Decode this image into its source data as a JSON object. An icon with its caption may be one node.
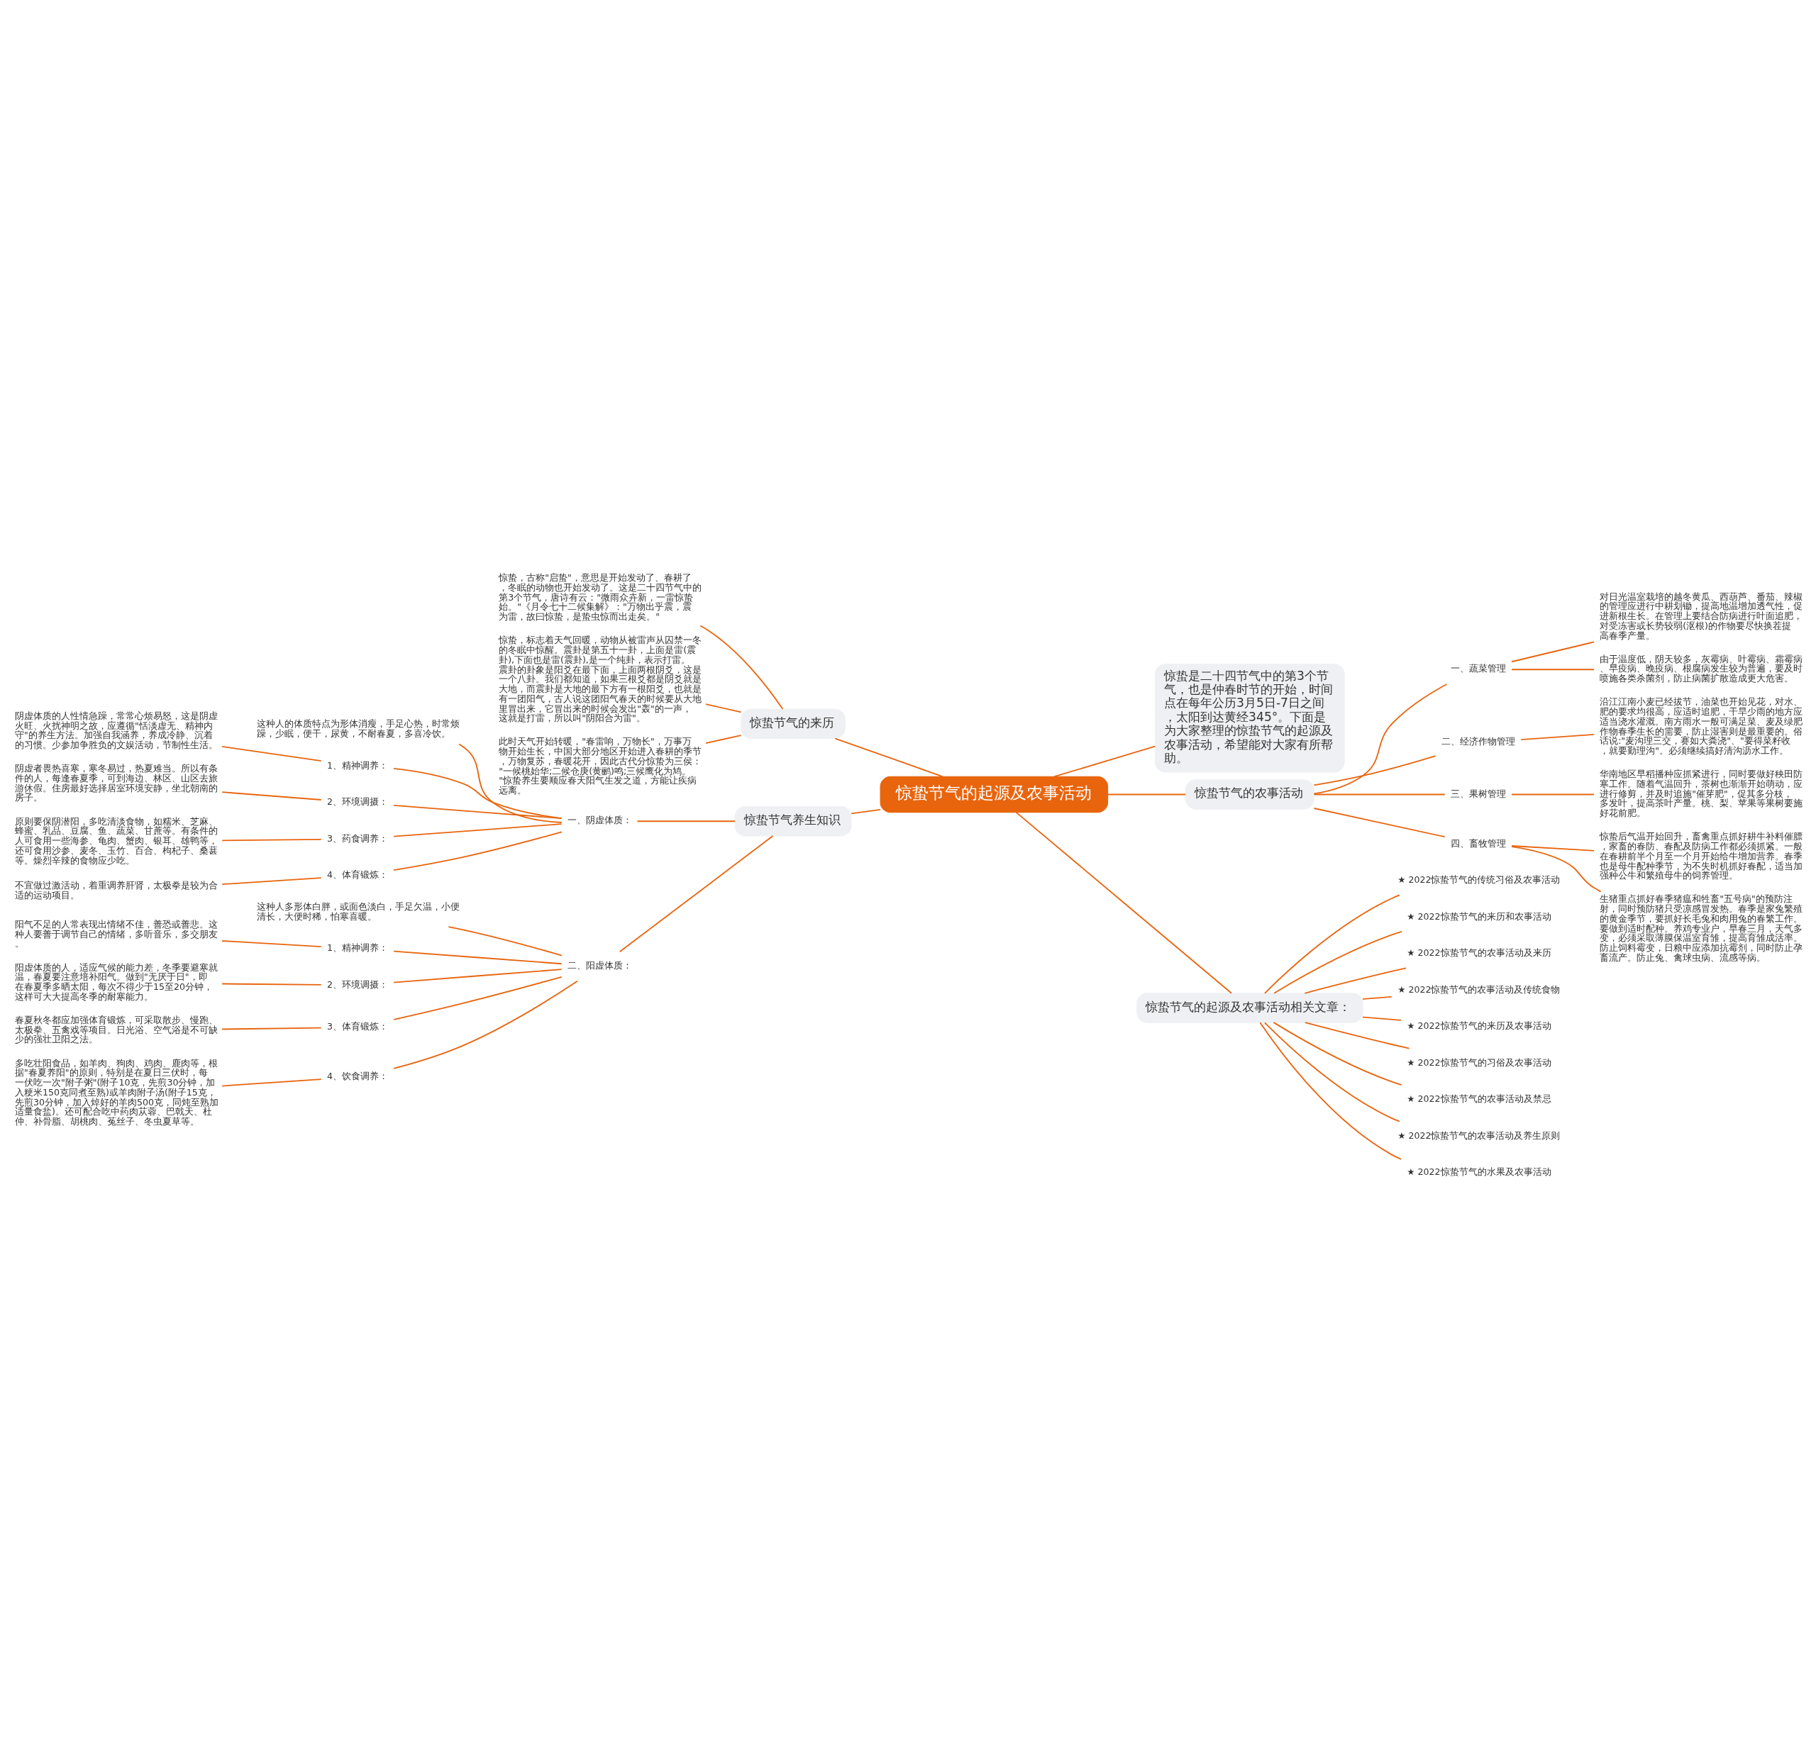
{
  "diagram": {
    "nodes": [
      {
        "text": [
          "惊蛰节气的起源及农事活动"
        ]
      },
      {
        "text": [
          "惊蛰是二十四节气中的第3个节气，也是仲春时节的开始，时间点在每年公历3月5日-7日之间，太阳到达黄经345°。下面是为大家整理的惊蛰节气的起源及农事活动，希望能对大家有所帮助。"
        ]
      },
      {
        "text": [
          "惊蛰节气的农事活动"
        ]
      },
      {
        "text": [
          "一、蔬菜管理"
        ]
      },
      {
        "text": [
          "对日光温室栽培的越冬黄瓜、西葫芦、番茄、辣椒的管理应进行中耕划锄，提高地温增加透气性，促进新根生长。在管理上要结合防病进行叶面追肥，对受冻害或长势较弱(沤根)的作物要尽快换茬提高春季产量。"
        ]
      },
      {
        "text": [
          "由于温度低，阴天较多，灰霉病、叶霉病、霜霉病、早疫病、晚疫病、根腐病发生较为普遍，要及时喷施各类杀菌剂，防止病菌扩散造成更大危害。"
        ]
      },
      {
        "text": [
          "二、经济作物管理"
        ]
      },
      {
        "text": [
          "沿江江南小麦已经拔节，油菜也开始见花，对水、肥的要求均很高，应适时追肥，干旱少雨的地方应适当浇水灌溉。南方雨水一般可满足菜、麦及绿肥作物春季生长的需要，防止湿害则是最重要的。俗话说:\"麦沟理三交，赛如大粪浇\"、\"要得菜籽收，就要勤理沟\"。必须继续搞好清沟沥水工作。"
        ]
      },
      {
        "text": [
          "三、果树管理"
        ]
      },
      {
        "text": [
          "华南地区早稻播种应抓紧进行，同时要做好秧田防寒工作。随着气温回升，茶树也渐渐开始萌动，应进行修剪，并及时追施\"催芽肥\"，促其多分枝，多发叶，提高茶叶产量。桃、梨、苹果等果树要施好花前肥。"
        ]
      },
      {
        "text": [
          "四、畜牧管理"
        ]
      },
      {
        "text": [
          "惊蛰后气温开始回升，畜禽重点抓好耕牛补料催膘，家畜的春防、春配及防病工作都必须抓紧。一般在春耕前半个月至一个月开始给牛增加营养。春季也是母牛配种季节，为不失时机抓好春配，适当加强种公牛和繁殖母牛的饲养管理。"
        ]
      },
      {
        "text": [
          "生猪重点抓好春季猪瘟和牲畜\"五号病\"的预防注射，同时预防猪只受凉感冒发热。春季是家兔繁殖的黄金季节，要抓好长毛兔和肉用兔的春繁工作。要做到适时配种。养鸡专业户，早春三月，天气多变，必须采取薄膜保温室育雏，提高育雏成活率。防止饲料霉变，日粮中应添加抗霉剂，同时防止孕畜流产。防止兔、禽球虫病、流感等病。"
        ]
      },
      {
        "text": [
          "惊蛰节气的起源及农事活动相关文章："
        ]
      },
      {
        "text": [
          "★ 2022惊蛰节气的传统习俗及农事活动"
        ]
      },
      {
        "text": [
          "★ 2022惊蛰节气的来历和农事活动"
        ]
      },
      {
        "text": [
          "★ 2022惊蛰节气的农事活动及来历"
        ]
      },
      {
        "text": [
          "★ 2022惊蛰节气的农事活动及传统食物"
        ]
      },
      {
        "text": [
          "★ 2022惊蛰节气的来历及农事活动"
        ]
      },
      {
        "text": [
          "★ 2022惊蛰节气的习俗及农事活动"
        ]
      },
      {
        "text": [
          "★ 2022惊蛰节气的农事活动及禁忌"
        ]
      },
      {
        "text": [
          "★ 2022惊蛰节气的农事活动及养生原则"
        ]
      },
      {
        "text": [
          "★ 2022惊蛰节气的水果及农事活动"
        ]
      },
      {
        "text": [
          "惊蛰节气的来历"
        ]
      },
      {
        "text": [
          "惊蛰，古称\"启蛰\"，意思是开始发动了、春耕了，冬眠的动物也开始发动了。这是二十四节气中的第3个节气，唐诗有云：\"微雨众卉新，一雷惊蛰始。\"《月令七十二候集解》：\"万物出乎震，震为雷，故曰惊蛰，是蛰虫惊而出走矣。\""
        ]
      },
      {
        "text": [
          "惊蛰，标志着天气回暖，动物从被雷声从囚禁一冬的冬眠中惊醒。震卦是第五十一卦，上面是雷(震卦),下面也是雷(震卦),是一个纯卦，表示打雷。震卦的卦象是阳爻在最下面，上面两根阴爻，这是一个八卦。我们都知道，如果三根爻都是阴爻就是大地，而震卦是大地的最下方有一根阳爻，也就是有一团阳气，古人说这团阳气春天的时候要从大地里冒出来，它冒出来的时候会发出\"轰\"的一声，这就是打雷，所以叫\"阴阳合为雷\"。"
        ]
      },
      {
        "text": [
          "此时天气开始转暖，\"春雷响，万物长\"，万事万物开始生长，中国大部分地区开始进入春耕的季节，万物复苏，春暖花开，因此古代分惊蛰为三侯：\"一候桃始华;二候仓庚(黄鹂)鸣;三候鹰化为鸠。\"惊蛰养生要顺应春天阳气生发之道，方能让疾病远离。"
        ]
      },
      {
        "text": [
          "惊蛰节气养生知识"
        ]
      },
      {
        "text": [
          "一、阴虚体质："
        ]
      },
      {
        "text": [
          "这种人的体质特点为形体消瘦，手足心热，时常烦躁，少眠，便干，尿黄，不耐春夏，多喜冷饮。"
        ]
      },
      {
        "text": [
          "1、精神调养："
        ]
      },
      {
        "text": [
          "阴虚体质的人性情急躁，常常心烦易怒，这是阴虚火旺、火扰神明之故，应遵循\"恬淡虚无、精神内守\"的养生方法。加强自我涵养，养成冷静、沉着的习惯。少参加争胜负的文娱活动，节制性生活。"
        ]
      },
      {
        "text": [
          "2、环境调摄："
        ]
      },
      {
        "text": [
          "阴虚者畏热喜寒，寒冬易过，热夏难当。所以有条件的人，每逢春夏季，可到海边、林区、山区去旅游休假。住房最好选择居室环境安静，坐北朝南的房子。"
        ]
      },
      {
        "text": [
          "3、药食调养："
        ]
      },
      {
        "text": [
          "原则要保阴潜阳，多吃清淡食物，如糯米、芝麻、蜂蜜、乳品、豆腐、鱼、蔬菜、甘蔗等。有条件的人可食用一些海参、龟肉、蟹肉、银耳、雄鸭等，还可食用沙参、麦冬、玉竹、百合、枸杞子、桑葚等。燥烈辛辣的食物应少吃。"
        ]
      },
      {
        "text": [
          "4、体育锻炼："
        ]
      },
      {
        "text": [
          "不宜做过激活动，着重调养肝肾，太极拳是较为合适的运动项目。"
        ]
      },
      {
        "text": [
          "二、阳虚体质："
        ]
      },
      {
        "text": [
          "这种人多形体白胖，或面色淡白，手足欠温，小便清长，大便时稀，怕寒喜暖。"
        ]
      },
      {
        "text": [
          "1、精神调养："
        ]
      },
      {
        "text": [
          "阳气不足的人常表现出情绪不佳，善恐或善悲。这种人要善于调节自己的情绪，多听音乐，多交朋友。"
        ]
      },
      {
        "text": [
          "2、环境调摄："
        ]
      },
      {
        "text": [
          "阳虚体质的人，适应气候的能力差，冬季要避寒就温，春夏要注意培补阳气。做到\"无厌于日\"，即在春夏季多晒太阳，每次不得少于15至20分钟，这样可大大提高冬季的耐寒能力。"
        ]
      },
      {
        "text": [
          "3、体育锻炼："
        ]
      },
      {
        "text": [
          "春夏秋冬都应加强体育锻炼，可采取散步、慢跑、太极拳、五禽戏等项目。日光浴、空气浴是不可缺少的强壮卫阳之法。"
        ]
      },
      {
        "text": [
          "4、饮食调养："
        ]
      },
      {
        "text": [
          "多吃壮阳食品，如羊肉、狗肉、鸡肉、鹿肉等，根据\"春夏养阳\"的原则，特别是在夏日三伏时，每一伏吃一次\"附子粥\"(附子10克，先煎30分钟，加入粳米150克同煮至熟)或羊肉附子汤(附子15克，先煎30分钟，加入焯好的羊肉500克，同炖至熟加适量食盐)。还可配合吃中药肉苁蓉、巴戟天、杜仲、补骨脂、胡桃肉、菟丝子、冬虫夏草等。"
        ]
      }
    ],
    "edges": [
      {
        "from": 0,
        "to": 1,
        "arrow": "none"
      },
      {
        "from": 0,
        "to": 2,
        "arrow": "none"
      },
      {
        "from": 2,
        "to": 3,
        "arrow": "none"
      },
      {
        "from": 3,
        "to": 4,
        "arrow": "none"
      },
      {
        "from": 3,
        "to": 5,
        "arrow": "none"
      },
      {
        "from": 2,
        "to": 6,
        "arrow": "none"
      },
      {
        "from": 6,
        "to": 7,
        "arrow": "none"
      },
      {
        "from": 2,
        "to": 8,
        "arrow": "none"
      },
      {
        "from": 8,
        "to": 9,
        "arrow": "none"
      },
      {
        "from": 2,
        "to": 10,
        "arrow": "none"
      },
      {
        "from": 10,
        "to": 11,
        "arrow": "none"
      },
      {
        "from": 10,
        "to": 12,
        "arrow": "none"
      },
      {
        "from": 0,
        "to": 13,
        "arrow": "none"
      },
      {
        "from": 13,
        "to": 14,
        "arrow": "none"
      },
      {
        "from": 13,
        "to": 15,
        "arrow": "none"
      },
      {
        "from": 13,
        "to": 16,
        "arrow": "none"
      },
      {
        "from": 13,
        "to": 17,
        "arrow": "none"
      },
      {
        "from": 13,
        "to": 18,
        "arrow": "none"
      },
      {
        "from": 13,
        "to": 19,
        "arrow": "none"
      },
      {
        "from": 13,
        "to": 20,
        "arrow": "none"
      },
      {
        "from": 13,
        "to": 21,
        "arrow": "none"
      },
      {
        "from": 13,
        "to": 22,
        "arrow": "none"
      },
      {
        "from": 0,
        "to": 23,
        "arrow": "none"
      },
      {
        "from": 23,
        "to": 24,
        "arrow": "none"
      },
      {
        "from": 23,
        "to": 25,
        "arrow": "none"
      },
      {
        "from": 23,
        "to": 26,
        "arrow": "none"
      },
      {
        "from": 0,
        "to": 27,
        "arrow": "none"
      },
      {
        "from": 27,
        "to": 28,
        "arrow": "none"
      },
      {
        "from": 28,
        "to": 29,
        "arrow": "none"
      },
      {
        "from": 28,
        "to": 30,
        "arrow": "none"
      },
      {
        "from": 30,
        "to": 31,
        "arrow": "none"
      },
      {
        "from": 28,
        "to": 32,
        "arrow": "none"
      },
      {
        "from": 32,
        "to": 33,
        "arrow": "none"
      },
      {
        "from": 28,
        "to": 34,
        "arrow": "none"
      },
      {
        "from": 34,
        "to": 35,
        "arrow": "none"
      },
      {
        "from": 28,
        "to": 36,
        "arrow": "none"
      },
      {
        "from": 36,
        "to": 37,
        "arrow": "none"
      },
      {
        "from": 27,
        "to": 38,
        "arrow": "none"
      },
      {
        "from": 38,
        "to": 39,
        "arrow": "none"
      },
      {
        "from": 38,
        "to": 40,
        "arrow": "none"
      },
      {
        "from": 40,
        "to": 41,
        "arrow": "none"
      },
      {
        "from": 38,
        "to": 42,
        "arrow": "none"
      },
      {
        "from": 42,
        "to": 43,
        "arrow": "none"
      },
      {
        "from": 38,
        "to": 44,
        "arrow": "none"
      },
      {
        "from": 44,
        "to": 45,
        "arrow": "none"
      },
      {
        "from": 38,
        "to": 46,
        "arrow": "none"
      },
      {
        "from": 46,
        "to": 47,
        "arrow": "none"
      }
    ]
  }
}
